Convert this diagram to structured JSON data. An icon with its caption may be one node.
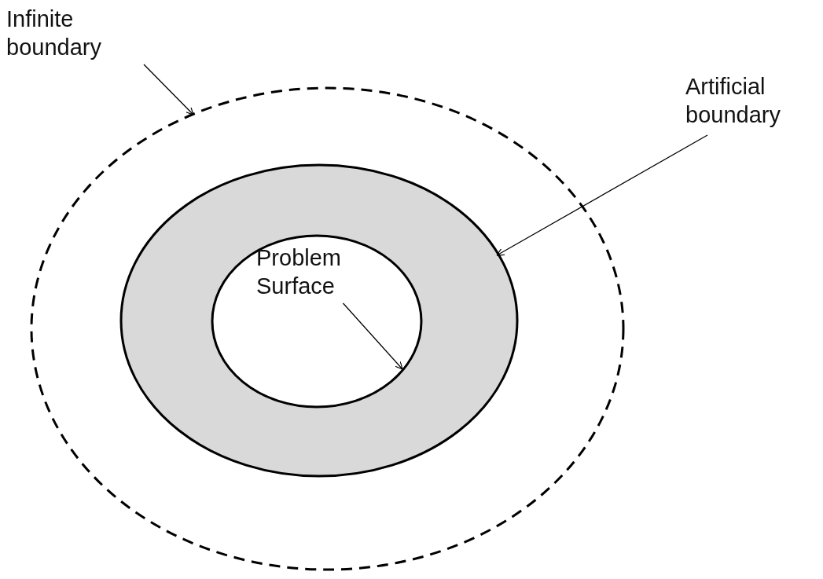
{
  "diagram": {
    "nodes": [
      {
        "text": [
          "Infinite boundary"
        ]
      },
      {
        "text": [],
        "shape": "ellipse"
      },
      {
        "text": [
          "Artificial boundary"
        ]
      },
      {
        "text": [],
        "shape": "ellipse",
        "in": 1
      },
      {
        "text": [],
        "shape": "ellipse",
        "in": 3
      },
      {
        "text": [
          "Problem Surface"
        ],
        "in": 4
      }
    ],
    "edges": [
      {
        "from": 0,
        "to": 1,
        "arrow": "to"
      },
      {
        "from": 2,
        "to": 3,
        "arrow": "to"
      },
      {
        "from": 5,
        "to": 4,
        "arrow": "to"
      }
    ]
  }
}
